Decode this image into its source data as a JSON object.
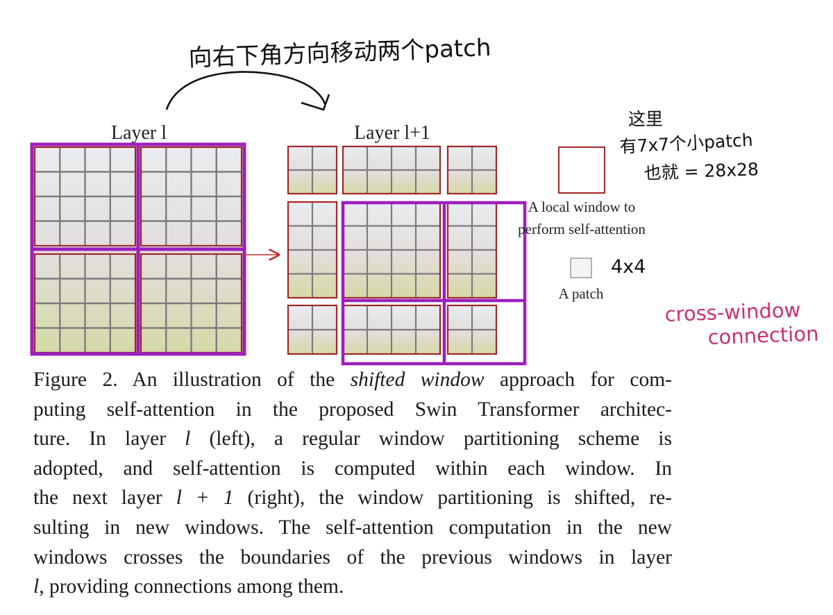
{
  "figure": {
    "layer_left_label": "Layer l",
    "layer_right_label": "Layer l+1",
    "legend_window_label_1": "A local window to",
    "legend_window_label_2": "perform self-attention",
    "legend_patch_label": "A patch",
    "colors": {
      "window_border": "#a0262a",
      "grid_line": "#7f7a80",
      "handwriting_purple": "#9b1fbf",
      "handwriting_pink": "#c8326e",
      "arrow_red": "#c22a2a"
    }
  },
  "annotations": {
    "top_note": "向右下角方向移动两个patch",
    "right_note_1": "这里",
    "right_note_2": "有7x7个小patch",
    "right_note_3": "也就 = 28x28",
    "patch_size_note": "4x4",
    "cross_window_1": "cross-window",
    "cross_window_2": "connection"
  },
  "caption": {
    "line1_pre": "Figure 2.  An illustration of the ",
    "line1_em": "shifted window",
    "line1_post": " approach for com-",
    "line2": "puting self-attention in the proposed Swin Transformer architec-",
    "line3_pre": "ture.  In layer ",
    "line3_var": "l",
    "line3_post": " (left), a regular window partitioning scheme is",
    "line4": "adopted, and self-attention is computed within each window.  In",
    "line5_pre": "the next layer ",
    "line5_var": "l + 1",
    "line5_post": " (right), the window partitioning is shifted, re-",
    "line6": "sulting in new windows. The self-attention computation in the new",
    "line7": "windows crosses the boundaries of the previous windows in layer",
    "line8_var": "l",
    "line8_post": ", providing connections among them."
  }
}
